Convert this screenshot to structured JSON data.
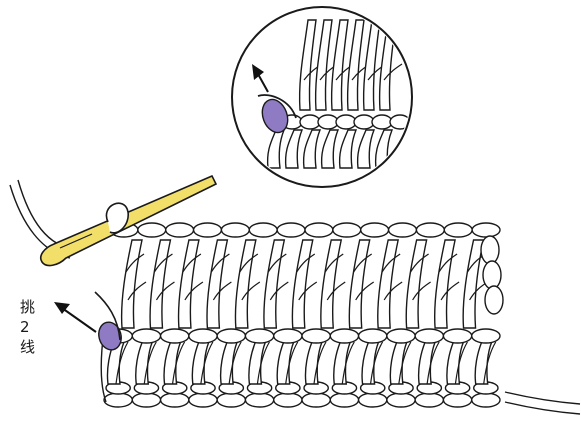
{
  "diagram": {
    "label": [
      "挑",
      "2",
      "线"
    ],
    "colors": {
      "yarn_fill": "#ffffff",
      "yarn_outline": "#1a1a1a",
      "hook_fill": "#f2df6a",
      "hook_outline": "#1a1a1a",
      "marker_fill": "#8f7bc4",
      "arrow": "#111111"
    },
    "stitch_rows": [
      {
        "name": "foundation-chain",
        "count": 14
      },
      {
        "name": "first-row-stitches",
        "count": 14
      },
      {
        "name": "second-row-stitches",
        "count": 13
      },
      {
        "name": "top-loops",
        "count": 14
      }
    ],
    "icons": [
      "crochet-hook-icon",
      "magnifier-circle-icon",
      "arrow-icon"
    ]
  }
}
